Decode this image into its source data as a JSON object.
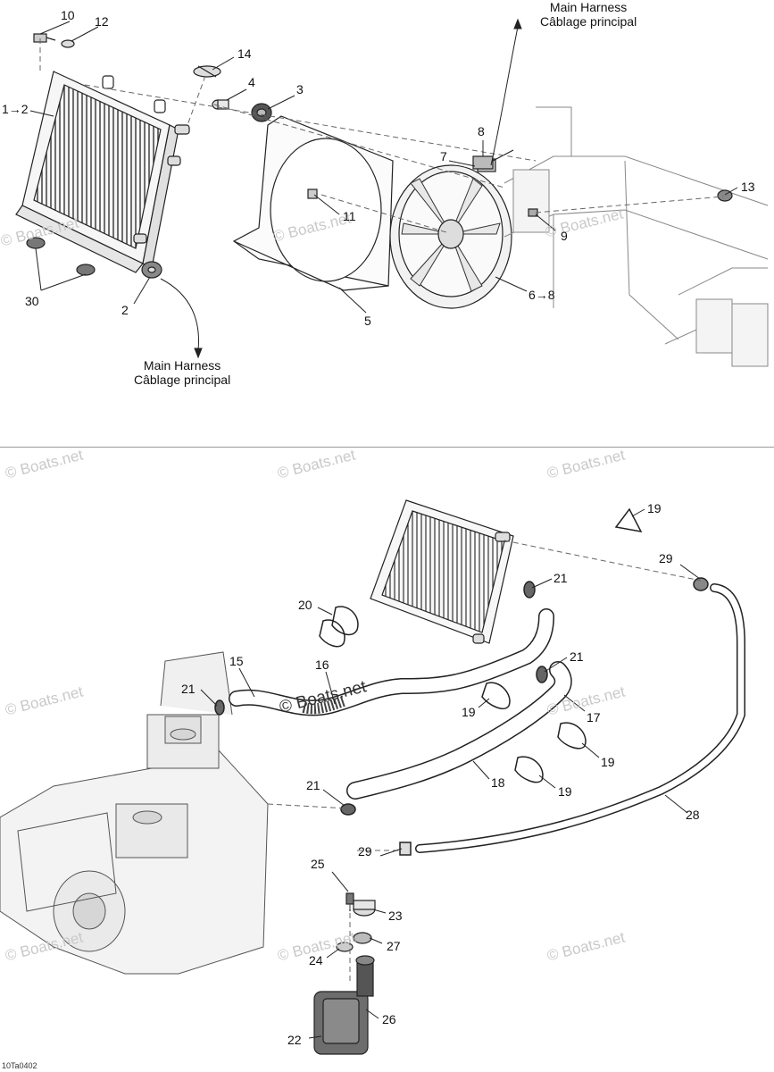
{
  "annotations": {
    "top_harness_en": "Main Harness",
    "top_harness_fr": "Câblage principal",
    "bottom_harness_en": "Main Harness",
    "bottom_harness_fr": "Câblage principal"
  },
  "watermark": "© Boats.net",
  "drawing_code": "10Ta0402",
  "callouts_top": {
    "p10": "10",
    "p12": "12",
    "p14": "14",
    "p4": "4",
    "p3": "3",
    "p1_2": "1→2",
    "p8": "8",
    "p7": "7",
    "p13": "13",
    "p11": "11",
    "p9": "9",
    "p6_8": "6→8",
    "p30": "30",
    "p2": "2",
    "p5": "5"
  },
  "callouts_bottom": {
    "p19a": "19",
    "p29a": "29",
    "p21a": "21",
    "p20": "20",
    "p15": "15",
    "p16": "16",
    "p21b": "21",
    "p21c": "21",
    "p19b": "19",
    "p17": "17",
    "p19c": "19",
    "p18": "18",
    "p19d": "19",
    "p21d": "21",
    "p28": "28",
    "p29b": "29",
    "p25": "25",
    "p23": "23",
    "p27": "27",
    "p24": "24",
    "p26": "26",
    "p22": "22"
  }
}
